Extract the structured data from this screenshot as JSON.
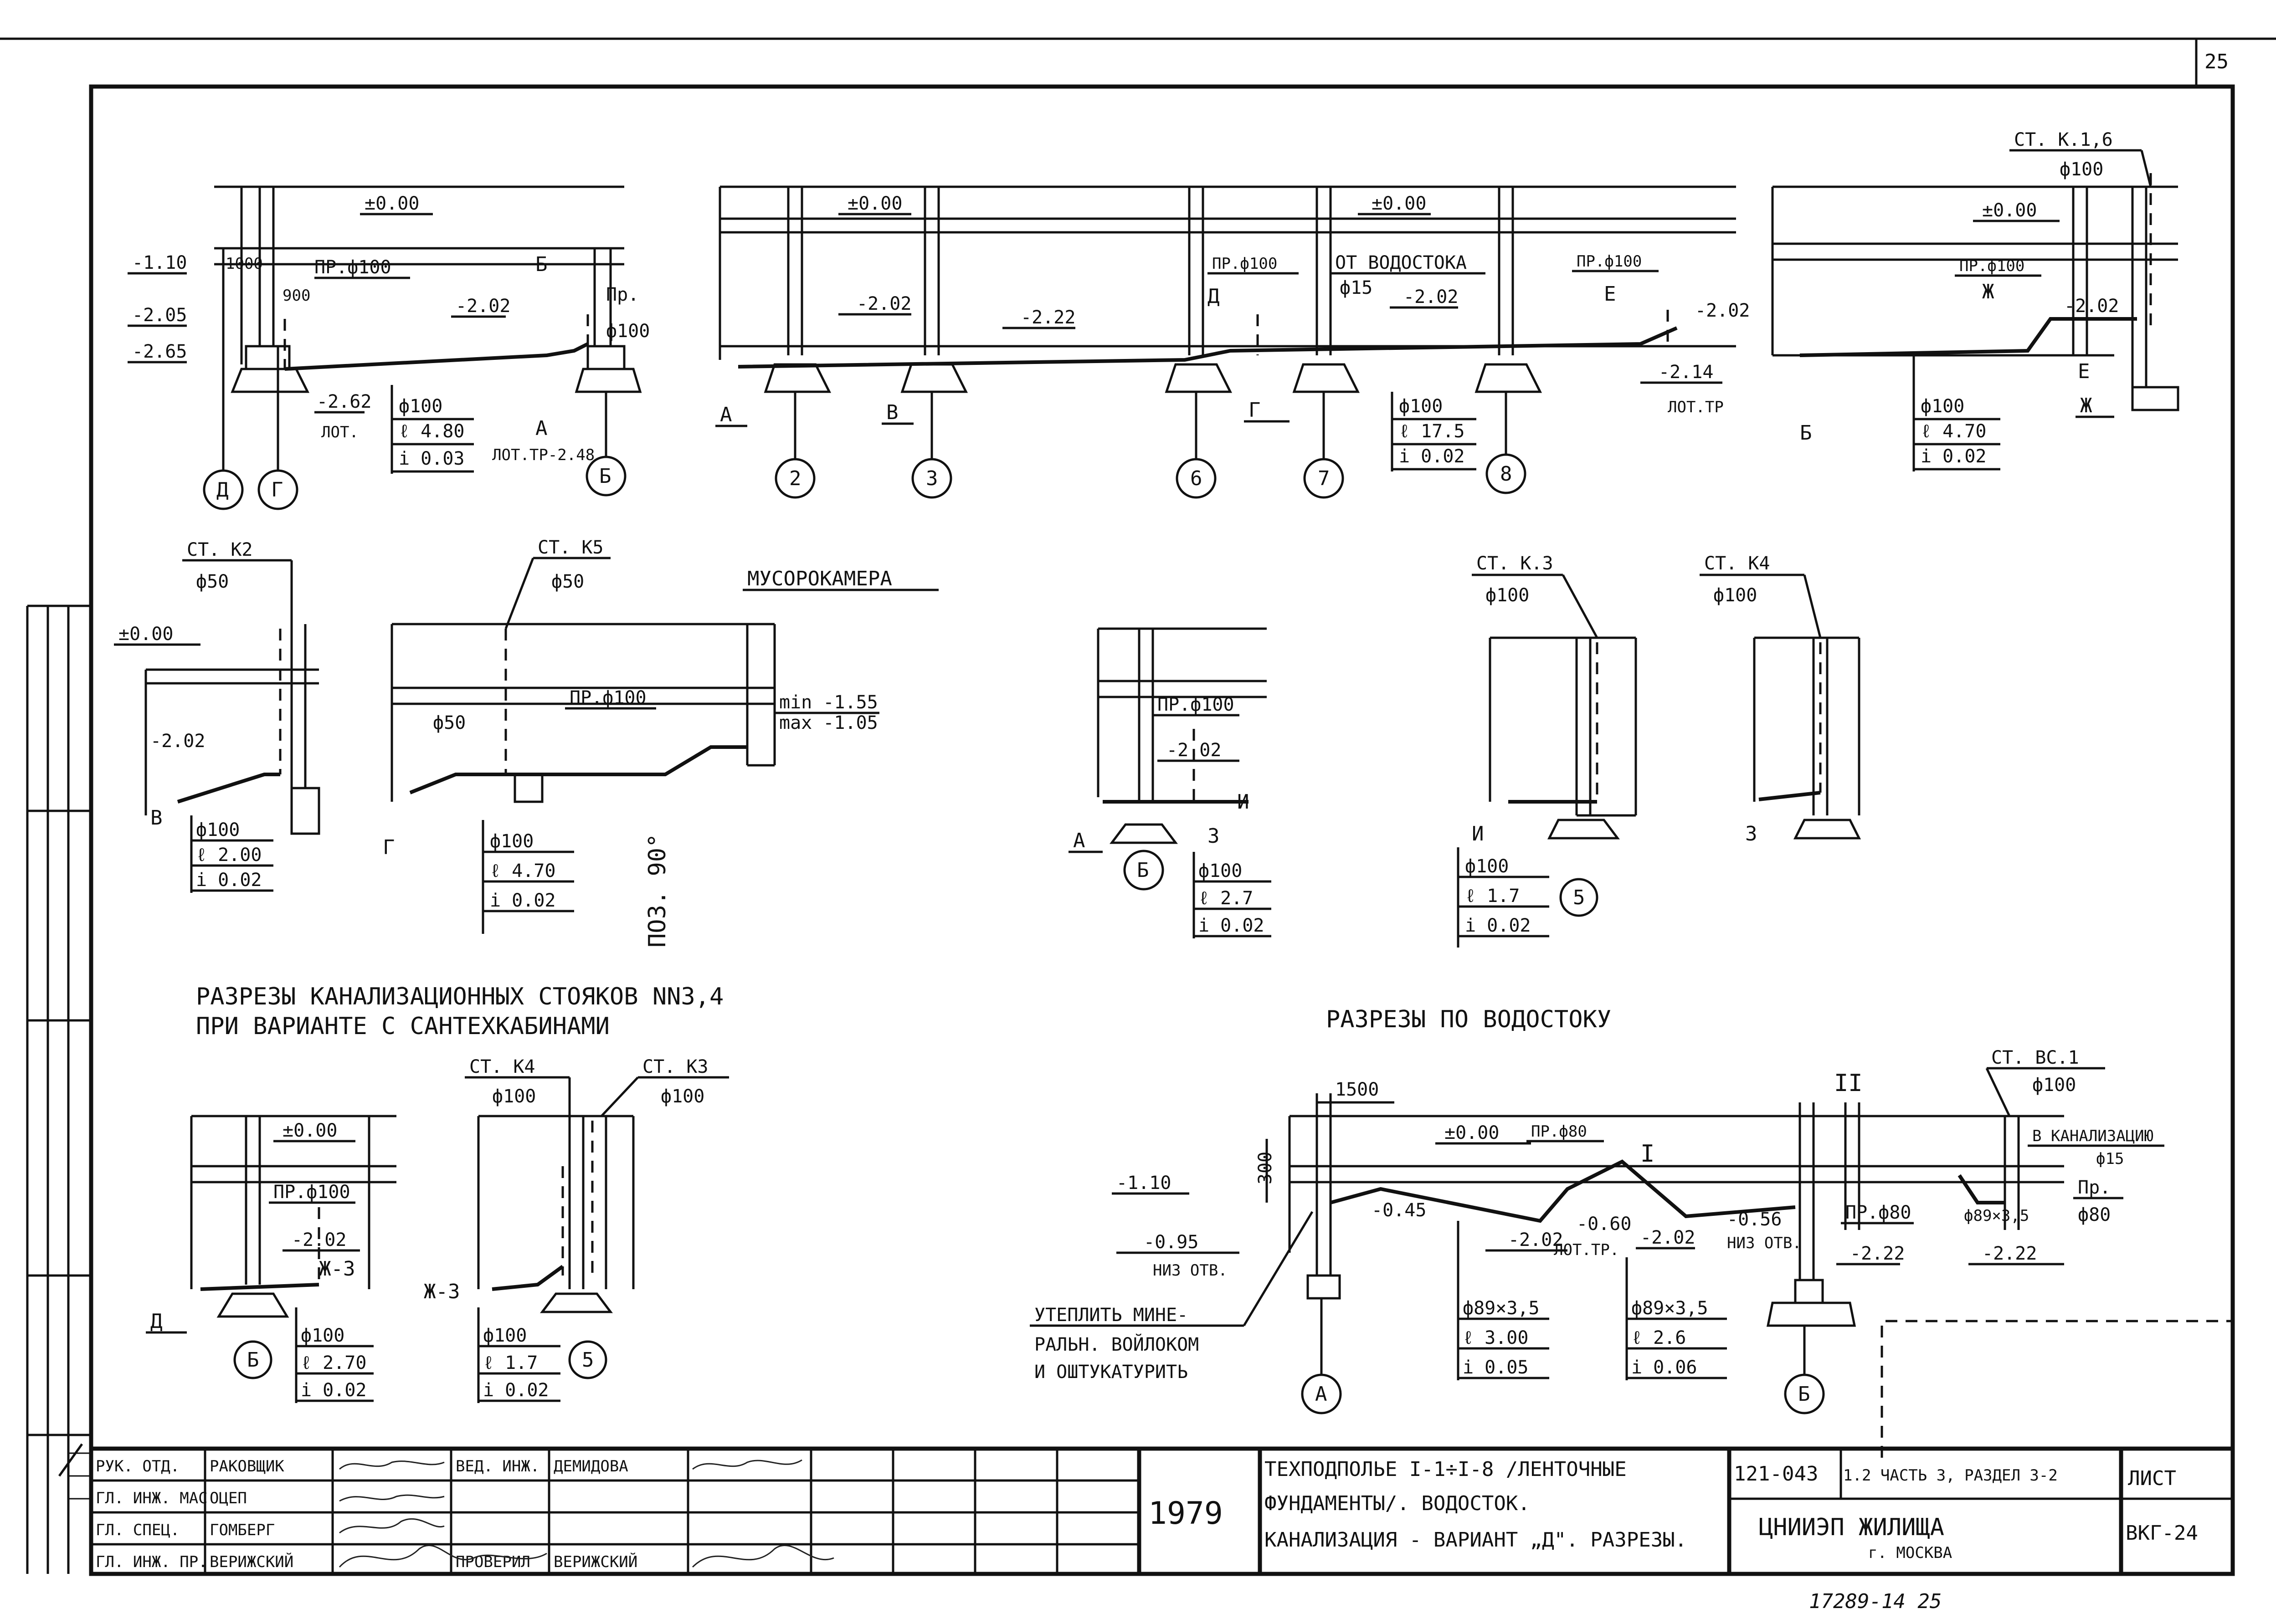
{
  "sheet": {
    "corner_number": "25",
    "bottom_note": "17289-14  25"
  },
  "section1": {
    "levels": [
      "±0.00",
      "-1.10",
      "-2.05",
      "-2.65",
      "-2.02",
      "-2.62"
    ],
    "dims": [
      "1000",
      "900"
    ],
    "labels": [
      "ЛОТ.",
      "ЛОТ.ТР-2.48",
      "ПР.ф100",
      "Пр.",
      "ф100",
      "Б",
      "А"
    ],
    "spec": [
      "ф100",
      "ℓ 4.80",
      "i 0.03"
    ],
    "axes": [
      "Д",
      "Г",
      "Б"
    ]
  },
  "section2": {
    "levels": [
      "±0.00",
      "-2.02",
      "-2.22",
      "±0.00",
      "-2.02",
      "-2.02",
      "-2.14"
    ],
    "labels": [
      "ПР.ф100",
      "ОТ ВОДОСТОКА",
      "ф15",
      "ПР.ф100",
      "Д",
      "Е",
      "ЛОТ.ТР",
      "А",
      "В",
      "Г"
    ],
    "spec": [
      "ф100",
      "ℓ 17.5",
      "i 0.02"
    ],
    "axes": [
      "2",
      "3",
      "6",
      "7",
      "8"
    ]
  },
  "section3": {
    "riser": "СТ. К.1,6",
    "riser_dia": "ф100",
    "levels": [
      "±0.00",
      "-2.02"
    ],
    "labels": [
      "ПР.ф100",
      "Ж",
      "Е",
      "Ж",
      "Б"
    ],
    "spec": [
      "ф100",
      "ℓ 4.70",
      "i 0.02"
    ]
  },
  "sectionK2": {
    "riser": "СТ. К2",
    "riser_dia": "ф50",
    "levels": [
      "±0.00",
      "-2.02"
    ],
    "labels": [
      "В"
    ],
    "spec": [
      "ф100",
      "ℓ 2.00",
      "i 0.02"
    ]
  },
  "sectionK5": {
    "riser": "СТ. К5",
    "riser_dia": "ф50",
    "labels": [
      "ф50",
      "ПР.ф100",
      "Г",
      "МУСОРОКАМЕРА",
      "min -1.55",
      "max -1.05",
      "ПОЗ. 90°"
    ],
    "spec": [
      "ф100",
      "ℓ 4.70",
      "i 0.02"
    ]
  },
  "sectionMid": {
    "levels": [
      "-2.02"
    ],
    "labels": [
      "ПР.ф100",
      "А",
      "И",
      "З",
      "Б"
    ],
    "spec": [
      "ф100",
      "ℓ 2.7",
      "i 0.02"
    ]
  },
  "sectionK3": {
    "riser": "СТ. К.3",
    "riser_dia": "ф100",
    "labels": [
      "И",
      "5"
    ],
    "spec": [
      "ф100",
      "ℓ 1.7",
      "i 0.02"
    ]
  },
  "sectionK4": {
    "riser": "СТ. К4",
    "riser_dia": "ф100",
    "labels": [
      "З"
    ]
  },
  "captions": {
    "sanitary_line1": "РАЗРЕЗЫ КАНАЛИЗАЦИОННЫХ СТОЯКОВ NN3,4",
    "sanitary_line2": "ПРИ ВАРИАНТЕ С САНТЕХКАБИНАМИ",
    "drain": "РАЗРЕЗЫ ПО ВОДОСТОКУ"
  },
  "sectionSan1": {
    "levels": [
      "±0.00",
      "-2.02"
    ],
    "labels": [
      "ПР.ф100",
      "Д",
      "Ж-3",
      "Б"
    ],
    "spec": [
      "ф100",
      "ℓ 2.70",
      "i 0.02"
    ]
  },
  "sectionSan2": {
    "riser1": "СТ. К4",
    "riser1_dia": "ф100",
    "riser2": "СТ. К3",
    "riser2_dia": "ф100",
    "labels": [
      "Ж-3",
      "5"
    ],
    "spec": [
      "ф100",
      "ℓ 1.7",
      "i 0.02"
    ]
  },
  "sectionDrain": {
    "levels": [
      "±0.00",
      "-1.10",
      "-0.95",
      "-0.45",
      "-0.60",
      "-2.02",
      "-2.02",
      "-0.56",
      "-2.22",
      "-2.22"
    ],
    "dims": [
      "1500",
      "300"
    ],
    "labels": [
      "НИЗ ОТВ.",
      "ПР.ф80",
      "ЛОТ.ТР.",
      "НИЗ ОТВ.",
      "ПР.ф80",
      "I",
      "II",
      "СТ. ВС.1",
      "ф100",
      "В КАНАЛИЗАЦИЮ",
      "ф15",
      "Пр.",
      "ф80",
      "ф89×3,5"
    ],
    "note": [
      "УТЕПЛИТЬ МИНЕ-",
      "РАЛЬН. ВОЙЛОКОМ",
      "И ОШТУКАТУРИТЬ"
    ],
    "spec1": [
      "ф89×3,5",
      "ℓ 3.00",
      "i 0.05"
    ],
    "spec2": [
      "ф89×3,5",
      "ℓ 2.6",
      "i 0.06"
    ],
    "axes": [
      "А",
      "Б"
    ]
  },
  "title_block": {
    "roles": [
      {
        "role": "РУК. ОТД.",
        "name": "РАКОВЩИК"
      },
      {
        "role": "ГЛ. ИНЖ. МАС",
        "name": "ОЦЕП"
      },
      {
        "role": "ГЛ. СПЕЦ.",
        "name": "ГОМБЕРГ"
      },
      {
        "role": "ГЛ. ИНЖ. ПР.",
        "name": "ВЕРИЖСКИЙ"
      }
    ],
    "lead_engineer_role": "ВЕД. ИНЖ.",
    "lead_engineer_name": "ДЕМИДОВА",
    "checked_role": "ПРОВЕРИЛ",
    "checked_name": "ВЕРИЖСКИЙ",
    "year": "1979",
    "title_line1": "ТЕХПОДПОЛЬЕ I-1÷I-8 /ЛЕНТОЧНЫЕ",
    "title_line2": "ФУНДАМЕНТЫ/. ВОДОСТОК.",
    "title_line3": "КАНАЛИЗАЦИЯ - ВАРИАНТ „Д\". РАЗРЕЗЫ.",
    "project_code": "121-043",
    "project_part": "1.2 ЧАСТЬ 3, РАЗДЕЛ 3-2",
    "org": "ЦНИИЭП ЖИЛИЩА",
    "city": "г. МОСКВА",
    "sheet_label": "ЛИСТ",
    "sheet_code": "ВКГ-24"
  }
}
